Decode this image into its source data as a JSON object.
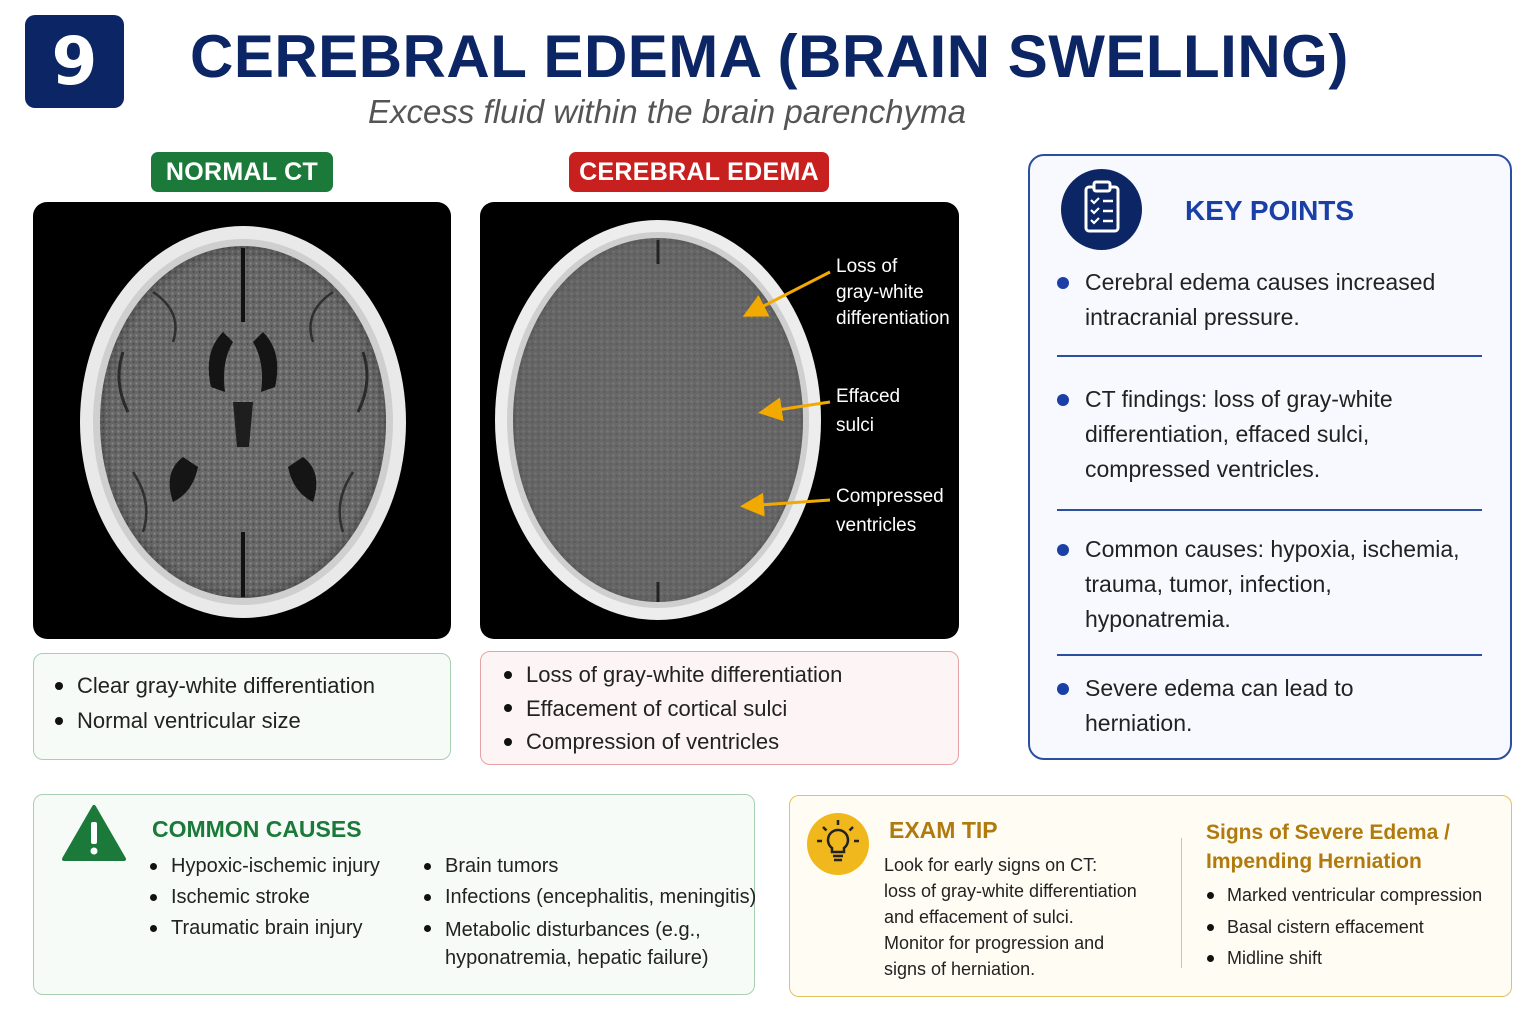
{
  "header": {
    "number": "9",
    "title": "CEREBRAL EDEMA (BRAIN SWELLING)",
    "subtitle": "Excess fluid within the brain parenchyma"
  },
  "normal": {
    "label": "NORMAL CT",
    "findings": [
      "Clear gray-white differentiation",
      "Normal ventricular size"
    ]
  },
  "edema": {
    "label": "CEREBRAL EDEMA",
    "annotations": [
      [
        "Loss of",
        "gray-white",
        "differentiation"
      ],
      [
        "Effaced",
        "sulci"
      ],
      [
        "Compressed",
        "ventricles"
      ]
    ],
    "findings": [
      "Loss of gray-white differentiation",
      "Effacement of cortical sulci",
      "Compression of ventricles"
    ]
  },
  "key_points": {
    "icon": "clipboard-checklist-icon",
    "title": "KEY POINTS",
    "items": [
      [
        "Cerebral edema causes increased",
        "intracranial pressure."
      ],
      [
        "CT findings: loss of gray-white",
        "differentiation, effaced sulci,",
        "compressed ventricles."
      ],
      [
        "Common causes: hypoxia, ischemia,",
        "trauma, tumor, infection,",
        "hyponatremia."
      ],
      [
        "Severe edema can lead to",
        "herniation."
      ]
    ]
  },
  "causes": {
    "icon": "warning-triangle-icon",
    "title": "COMMON CAUSES",
    "left": [
      "Hypoxic-ischemic injury",
      "Ischemic stroke",
      "Traumatic brain injury"
    ],
    "right": [
      "Brain tumors",
      "Infections (encephalitis, meningitis)",
      "Metabolic disturbances (e.g.,",
      "hyponatremia, hepatic failure)"
    ]
  },
  "exam_tip": {
    "icon": "lightbulb-icon",
    "title": "EXAM TIP",
    "lines": [
      "Look for early signs on CT:",
      "loss of gray-white differentiation",
      "and effacement of sulci.",
      "Monitor for progression and",
      "signs of herniation."
    ]
  },
  "severe": {
    "title_lines": [
      "Signs of Severe Edema /",
      "Impending Herniation"
    ],
    "items": [
      "Marked ventricular compression",
      "Basal cistern effacement",
      "Midline shift"
    ]
  },
  "colors": {
    "navy": "#0b2565",
    "blue": "#1a3fa6",
    "green": "#1b7a3a",
    "red": "#c8201f",
    "gold": "#b07a0e",
    "arrow": "#f2a900"
  }
}
